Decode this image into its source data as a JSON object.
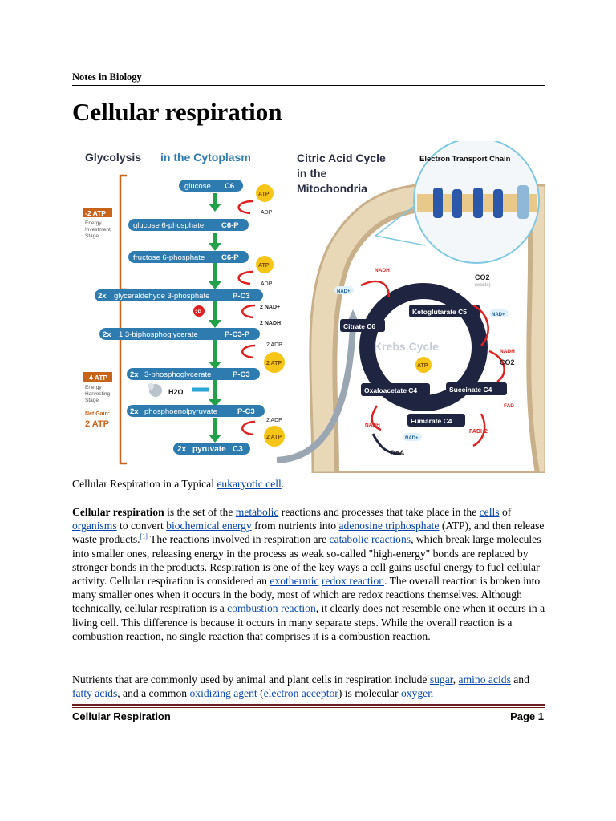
{
  "header": {
    "running_title": "Notes in Biology"
  },
  "title": "Cellular respiration",
  "figure": {
    "glycolysis": {
      "title_a": "Glycolysis",
      "title_b": "in the Cytoplasm"
    },
    "citric": {
      "line1": "Citric Acid Cycle",
      "line2": "in the",
      "line3": "Mitochondria"
    },
    "etc": {
      "title": "Electron Transport Chain"
    },
    "stages": {
      "investment_atp": "-2 ATP",
      "investment_l1": "Energy",
      "investment_l2": "Investment",
      "investment_l3": "Stage",
      "harvest_atp": "+4 ATP",
      "harvest_l1": "Energy",
      "harvest_l2": "Harvesting",
      "harvest_l3": "Stage",
      "net_label": "Net Gain:",
      "net_value": "2 ATP"
    },
    "molecules": [
      {
        "name": "glucose",
        "formula": "C6"
      },
      {
        "name": "glucose 6-phosphate",
        "formula": "C6-P"
      },
      {
        "name": "fructose 6-phosphate",
        "formula": "C6-P"
      },
      {
        "name": "glyceraldehyde 3-phosphate",
        "formula": "P-C3",
        "mult": "2x"
      },
      {
        "name": "1,3-biphosphoglycerate",
        "formula": "P-C3-P",
        "mult": "2x"
      },
      {
        "name": "3-phosphoglycerate",
        "formula": "P-C3",
        "mult": "2x"
      },
      {
        "name": "phosphoenolpyruvate",
        "formula": "P-C3",
        "mult": "2x"
      },
      {
        "name": "pyruvate",
        "formula": "C3",
        "mult": "2x"
      }
    ],
    "side_labels": {
      "atp": "ATP",
      "adp": "ADP",
      "two_nad": "2 NAD+",
      "two_nadh": "2 NADH",
      "two_adp": "2 ADP",
      "two_atp": "2 ATP",
      "water": "H2O",
      "two_p": "2P"
    },
    "krebs": {
      "name": "Krebs Cycle",
      "citrate": "Citrate C6",
      "ketoglutarate": "Ketoglutarate C5",
      "succinate": "Succinate C4",
      "fumarate": "Fumarate C4",
      "oxaloacetate": "Oxaloacetate C4",
      "nadh": "NADH",
      "nad": "NAD+",
      "co2": "CO2",
      "co2_note": "(waste)",
      "atp": "ATP",
      "fad": "FAD",
      "fadh2": "FADH2",
      "coa": "CoA"
    }
  },
  "caption": {
    "before": "Cellular Respiration in a Typical ",
    "link": "eukaryotic cell",
    "after": "."
  },
  "p1": {
    "term": "Cellular respiration",
    "t1": " is the set of the ",
    "l_metabolic": "metabolic",
    "t2": " reactions and processes that take place in the ",
    "l_cells": "cells",
    "t3": " of ",
    "l_organisms": "organisms",
    "t4": " to convert ",
    "l_biochem": "biochemical energy",
    "t5": " from nutrients into ",
    "l_atp": "adenosine triphosphate",
    "t6": " (ATP), and then release waste products.",
    "ref": "[1]",
    "t7": " The reactions involved in respiration are ",
    "l_catabolic": "catabolic reactions",
    "t8": ", which break large molecules into smaller ones, releasing energy in the process as weak so-called \"high-energy\" bonds are replaced by stronger bonds in the products. Respiration is one of the key ways a cell gains useful energy to fuel cellular activity. Cellular respiration is considered an ",
    "l_exothermic": "exothermic",
    "t9": " ",
    "l_redox": "redox reaction",
    "t10": ". The overall reaction is broken into many smaller ones when it occurs in the body, most of which are redox reactions themselves. Although technically, cellular respiration is a ",
    "l_combustion": "combustion reaction",
    "t11": ", it clearly does not resemble one when it occurs in a living cell. This difference is because it occurs in many separate steps. While the overall reaction is a combustion reaction, no single reaction that comprises it is a combustion reaction."
  },
  "p2": {
    "t1": "Nutrients that are commonly used by animal and plant cells in respiration include ",
    "l_sugar": "sugar",
    "t2": ", ",
    "l_amino": "amino acids",
    "t3": " and ",
    "l_fatty": "fatty acids",
    "t4": ", and a common ",
    "l_oxidizing": "oxidizing agent",
    "t5": " (",
    "l_acceptor": "electron acceptor",
    "t6": ") is molecular ",
    "l_oxygen": "oxygen"
  },
  "footer": {
    "left": "Cellular Respiration",
    "right": "Page 1"
  },
  "colors": {
    "pill": "#2e7bb0",
    "arrow_green": "#22a04a",
    "krebs_dark": "#1f2540",
    "atp_yellow": "#f5c518",
    "stage_orange": "#c8641a",
    "link": "#0645ad",
    "footer_rule": "#6b1e1e"
  }
}
